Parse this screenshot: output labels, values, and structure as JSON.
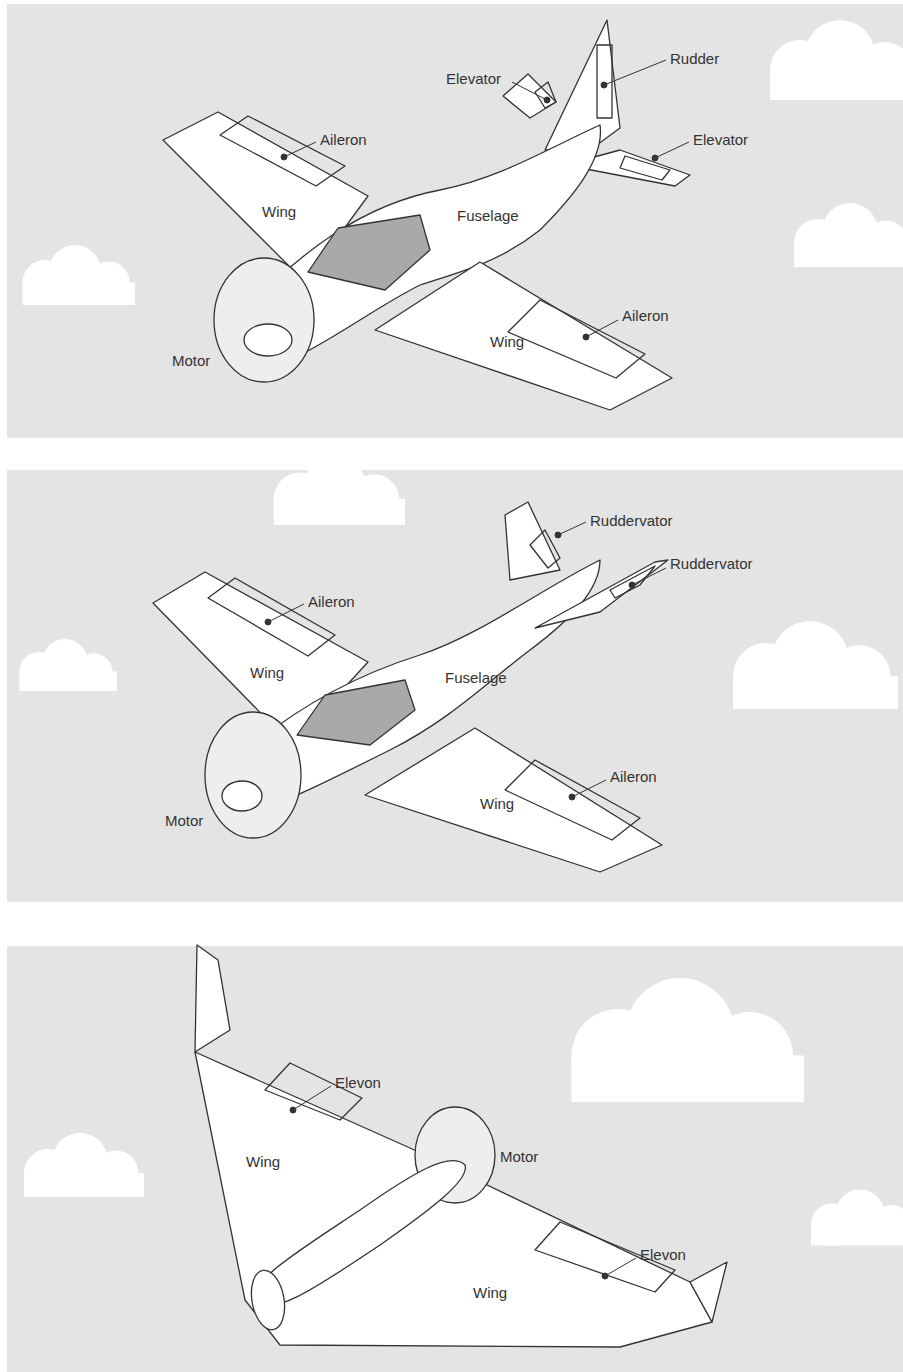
{
  "diagram": {
    "labels": [
      "Rudder",
      "Elevator",
      "Aileron",
      "Elevator",
      "Wing",
      "Fuselage",
      "Aileron",
      "Wing",
      "Motor",
      "Ruddervator",
      "Ruddervator",
      "Aileron",
      "Wing",
      "Fuselage",
      "Aileron",
      "Wing",
      "Motor",
      "Elevon",
      "Motor",
      "Wing",
      "Elevon",
      "Wing"
    ]
  }
}
